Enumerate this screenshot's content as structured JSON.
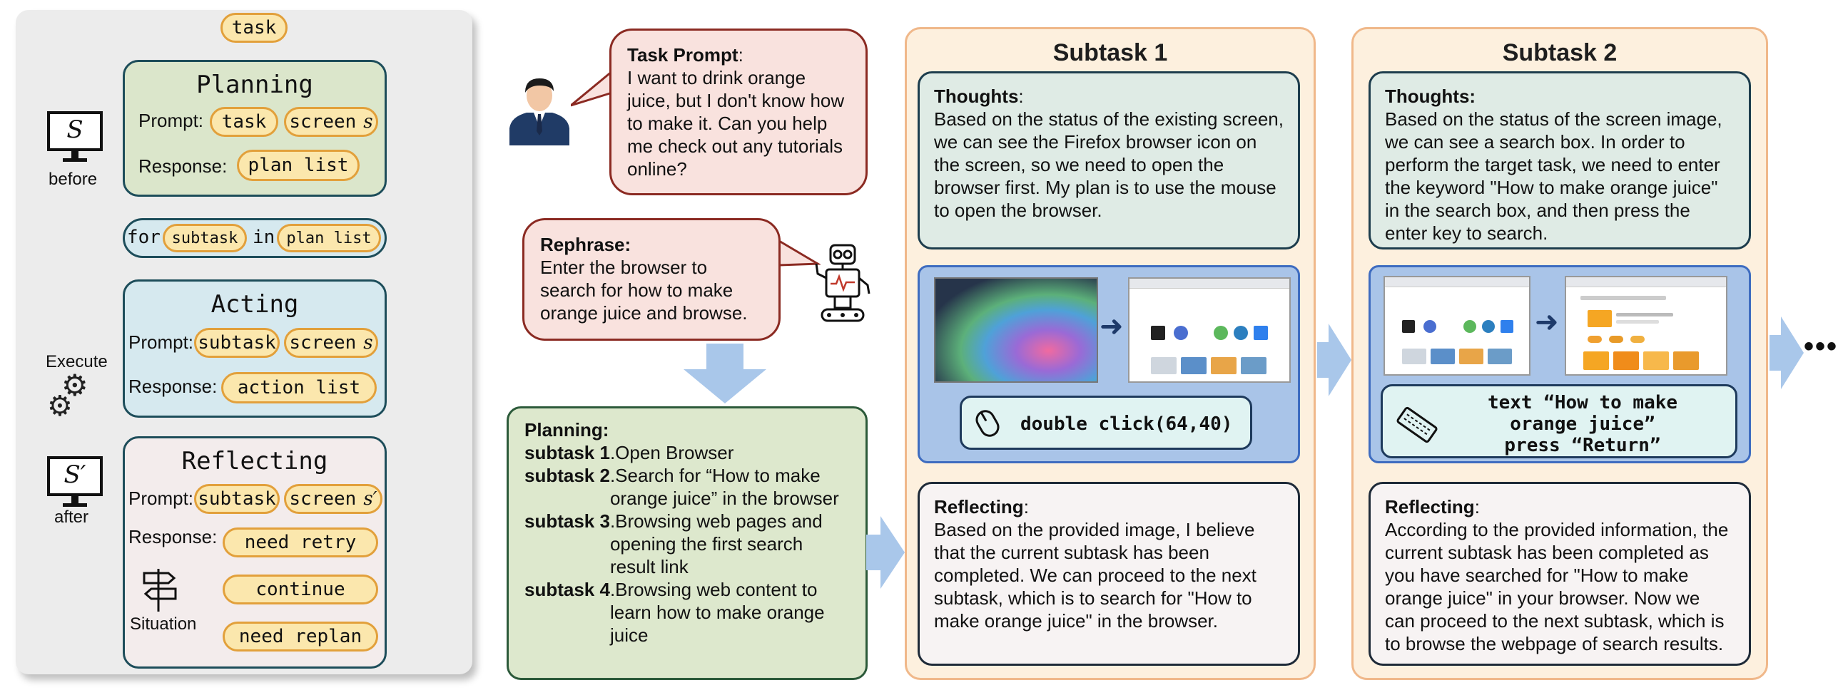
{
  "left": {
    "task": "task",
    "planning": {
      "title": "Planning",
      "prompt_label": "Prompt:",
      "task_pill": "task",
      "screen_pill": "screen",
      "screen_var": "s",
      "response_label": "Response:",
      "plan_pill": "plan list"
    },
    "loop": {
      "for": "for",
      "subtask": "subtask",
      "in": "in",
      "plan": "plan list"
    },
    "acting": {
      "title": "Acting",
      "prompt_label": "Prompt:",
      "subtask_pill": "subtask",
      "screen_pill": "screen",
      "screen_var": "s",
      "response_label": "Response:",
      "action_pill": "action list"
    },
    "reflecting": {
      "title": "Reflecting",
      "prompt_label": "Prompt:",
      "subtask_pill": "subtask",
      "screen_pill": "screen",
      "screen_var": "s′",
      "response_label": "Response:",
      "retry": "need retry",
      "continue": "continue",
      "replan": "need replan",
      "situation": "Situation"
    },
    "monitor_before": {
      "symbol": "S",
      "caption": "before"
    },
    "monitor_after": {
      "symbol": "S′",
      "caption": "after"
    },
    "execute": "Execute"
  },
  "task_prompt": {
    "title": "Task Prompt",
    "colon": ":",
    "text": "I want to drink orange juice, but I don't know how to make it. Can you help me check out any tutorials online?"
  },
  "rephrase": {
    "title": "Rephrase:",
    "text": "Enter the browser to search for how to make orange juice and browse."
  },
  "planning_box": {
    "title": "Planning:",
    "items": [
      {
        "k": "subtask 1",
        "v": ".Open Browser"
      },
      {
        "k": "subtask 2",
        "v": ".Search for “How to make orange juice” in the browser"
      },
      {
        "k": "subtask 3",
        "v": ".Browsing web pages and opening the first search result link"
      },
      {
        "k": "subtask 4",
        "v": ".Browsing web content to learn how to make orange juice"
      }
    ]
  },
  "subtask1": {
    "title": "Subtask 1",
    "thoughts_label": "Thoughts",
    "colon": ":",
    "thoughts": "Based on the status of the existing screen, we can see the Firefox browser icon on the screen, so we need to open the browser first. My plan is to use the mouse to open the browser.",
    "action": "double click(64,40)",
    "reflect_label": "Reflecting",
    "reflect": "Based on the provided image, I believe that the current subtask has been completed. We can proceed to the next subtask, which is to search for \"How to make orange juice\" in the browser."
  },
  "subtask2": {
    "title": "Subtask 2",
    "thoughts_label": "Thoughts:",
    "thoughts": "Based on the status of the screen image, we can see a search box. In order to perform the target task, we need to enter the keyword \"How to make orange juice\" in the search box, and then press the enter key to search.",
    "action_line1": "text “How to make",
    "action_line2": "orange juice”",
    "action_line3": "press “Return”",
    "reflect_label": "Reflecting",
    "colon": ":",
    "reflect": "According to the provided information, the current subtask has been completed as you have searched for \"How to make orange juice\" in your browser. Now we can proceed to the next subtask, which is to browse the webpage of search results."
  },
  "ellipsis": "•••",
  "colors": {
    "arrow": "#4a78c8",
    "planning_fill": "#dbe6cb",
    "acting_fill": "#d6e9ef",
    "reflect_fill": "#f3ecec",
    "pill_fill": "#fbe7ad",
    "pill_border": "#e2a03b",
    "subtask_col": "#fdf0de"
  }
}
